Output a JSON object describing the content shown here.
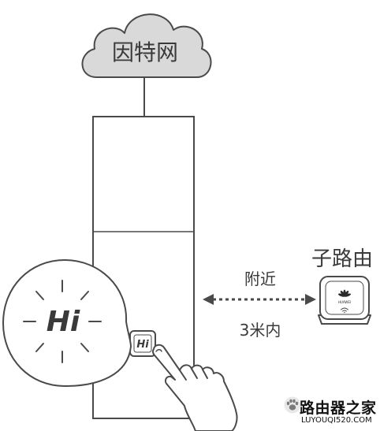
{
  "cloud": {
    "label": "因特网"
  },
  "sub_router": {
    "label": "子路由",
    "brand": "HUAWEI"
  },
  "connection": {
    "label_top": "附近",
    "label_bottom": "3米内"
  },
  "hi_button": {
    "label": "Hi"
  },
  "watermark": {
    "title": "路由器之家",
    "url": "LUYOUQI520.COM"
  },
  "colors": {
    "cloud_fill": "#d9d9d9",
    "stroke": "#4a4a4a",
    "text": "#3a3a3a"
  }
}
